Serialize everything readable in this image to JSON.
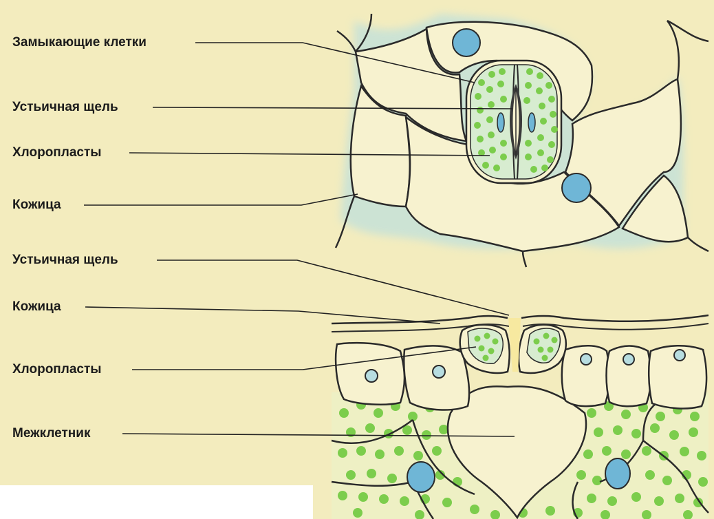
{
  "labels": {
    "guard_cells": "Замыкающие клетки",
    "stomatal_slit_top": "Устьичная щель",
    "chloroplasts_top": "Хлоропласты",
    "epidermis_top": "Кожица",
    "stomatal_slit_bottom": "Устьичная щель",
    "epidermis_bottom": "Кожица",
    "chloroplasts_bottom": "Хлоропласты",
    "intercellular_space": "Межклетник"
  },
  "colors": {
    "background": "#f3ecbe",
    "cell_fill": "#f7f2cf",
    "cytoplasm_tint": "#bfe0dc",
    "cell_wall": "#2a2a2a",
    "chloroplast": "#7ccd4c",
    "nucleus": "#6fb6d6",
    "leader_line": "#222222"
  },
  "icons": {
    "nucleus": "blue-circle",
    "chloroplast": "green-dot"
  }
}
